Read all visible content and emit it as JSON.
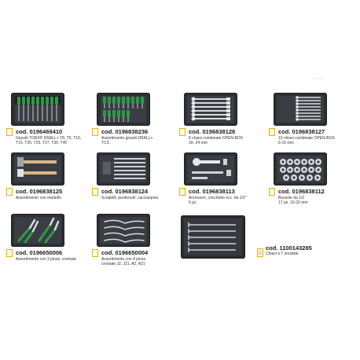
{
  "corner_note": "- - -",
  "items": [
    {
      "code": "cod. 0196469410",
      "desc": [
        "Giraviti TORX® DRALL+ T8, T9, T10,",
        "T15, T20, T25, T27, T30, T40"
      ]
    },
    {
      "code": "cod. 0196838236",
      "desc": [
        "Assortimento giraviti DRALL+",
        "TCS"
      ]
    },
    {
      "code": "cod. 0196838128",
      "desc": [
        "8 chiavi combinate OPEN-BOX",
        "16- 24 mm"
      ]
    },
    {
      "code": "cod. 0196838127",
      "desc": [
        "10 chiavi combinate OPEN-BOX",
        "6-15 mm"
      ]
    },
    {
      "code": "cod. 0196838125",
      "desc": [
        "Assortimento con martello"
      ]
    },
    {
      "code": "cod. 0196838124",
      "desc": [
        "Scalpelli, punteruoli, cacciaspine"
      ]
    },
    {
      "code": "cod. 0196838113",
      "desc": [
        "Accessori, cricchetto ecc. da 1/2\"",
        "6 pz."
      ]
    },
    {
      "code": "cod. 0196838112",
      "desc": [
        "Bussole da 1/2",
        "17 pz. 10-32 mm"
      ]
    },
    {
      "code": "cod. 0196650006",
      "desc": [
        "Assortimento con 3 pinze, cromate"
      ]
    },
    {
      "code": "cod. 0196650004",
      "desc": [
        "Assortimento con 4 pinze,",
        "cromate J2, J21, A2, A21"
      ]
    },
    {
      "code": "cod. 1100143285",
      "desc": [
        "Chiavi a T snodate"
      ]
    }
  ]
}
